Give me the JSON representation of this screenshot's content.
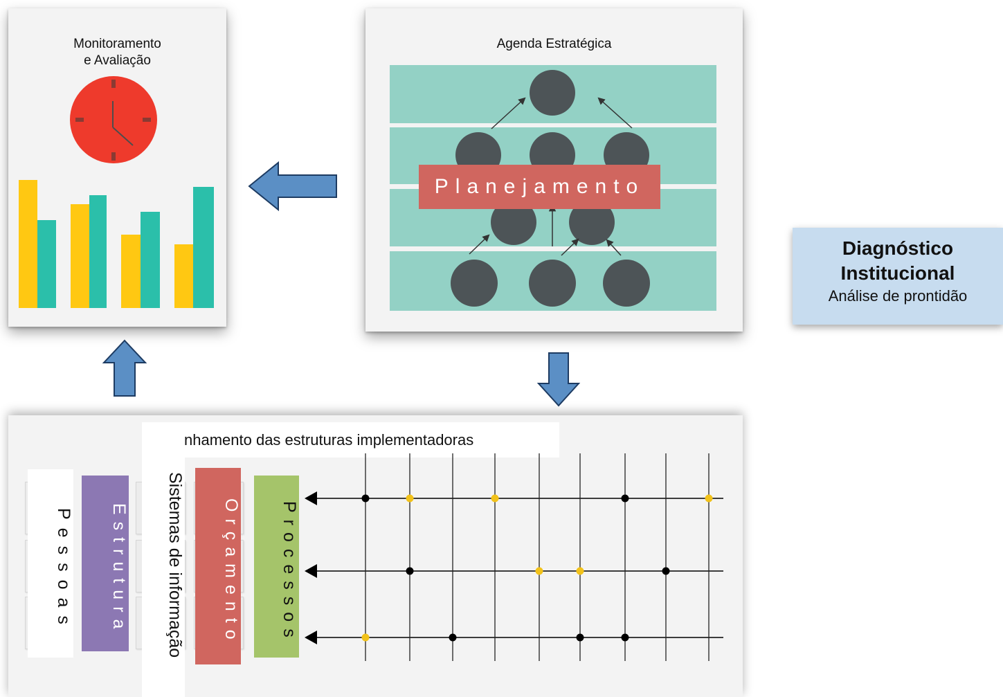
{
  "monitoring": {
    "title": "Monitoramento e Avaliação"
  },
  "agenda": {
    "title": "Agenda Estratégica",
    "planning_label": "Planejamento"
  },
  "diagnostic": {
    "title": "Diagnóstico Institucional",
    "subtitle": "Análise de prontidão"
  },
  "alignment": {
    "title": "nhamento das estruturas implementadoras",
    "labels": {
      "pessoas": "Pessoas",
      "estrutura": "Estrutura",
      "sistemas": "Sistemas de informação",
      "orcamento": "Orçamento",
      "processos": "Processos"
    }
  },
  "colors": {
    "clock_face": "#ee3a2c",
    "bar_yellow": "#ffc812",
    "bar_teal": "#2bbfaa",
    "band_teal": "#93d1c5",
    "node_dark": "#4d5457",
    "planning": "#d0665f",
    "arrow_blue": "#5b8fc5",
    "diagnostic_box": "#c7dcef",
    "estrutura": "#8c78b3",
    "processos": "#a5c46a",
    "dot_yellow": "#f2c21a"
  },
  "icons": [
    "clock-icon",
    "bar-chart-icon",
    "hierarchy-icon",
    "block-arrow-left",
    "block-arrow-up",
    "block-arrow-down",
    "grid-timeline-icon"
  ]
}
